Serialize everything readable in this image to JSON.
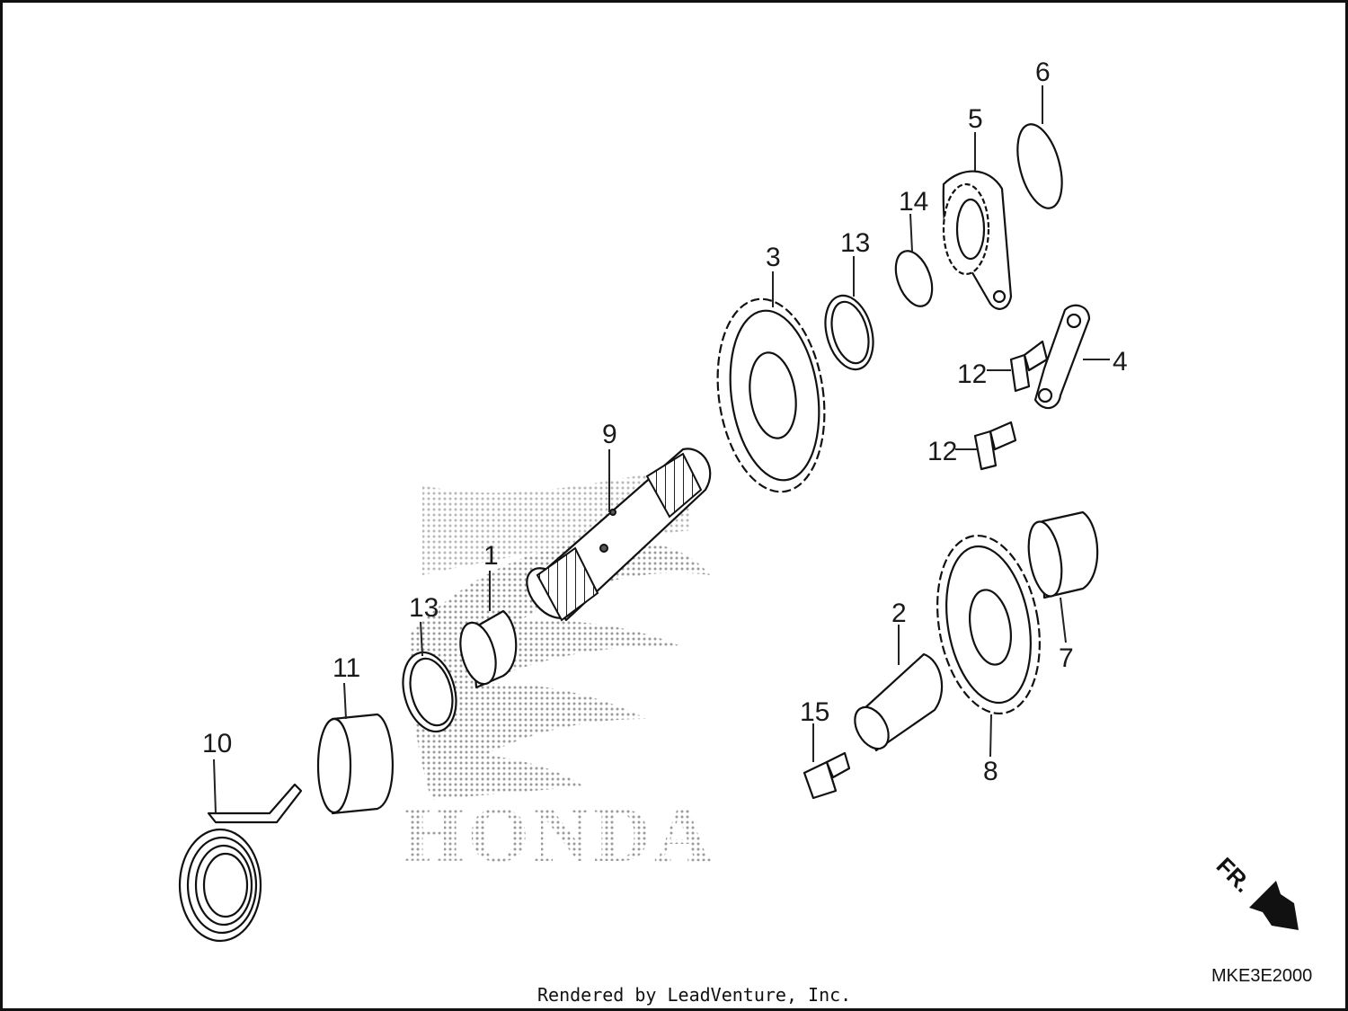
{
  "watermark": {
    "brand_text": "HONDA"
  },
  "callouts": [
    {
      "id": "c1",
      "text": "1"
    },
    {
      "id": "c2",
      "text": "2"
    },
    {
      "id": "c3",
      "text": "3"
    },
    {
      "id": "c4",
      "text": "4"
    },
    {
      "id": "c5",
      "text": "5"
    },
    {
      "id": "c6",
      "text": "6"
    },
    {
      "id": "c7",
      "text": "7"
    },
    {
      "id": "c8",
      "text": "8"
    },
    {
      "id": "c9",
      "text": "9"
    },
    {
      "id": "c10",
      "text": "10"
    },
    {
      "id": "c11",
      "text": "11"
    },
    {
      "id": "c12a",
      "text": "12"
    },
    {
      "id": "c12b",
      "text": "12"
    },
    {
      "id": "c13a",
      "text": "13"
    },
    {
      "id": "c13b",
      "text": "13"
    },
    {
      "id": "c14",
      "text": "14"
    },
    {
      "id": "c15",
      "text": "15"
    }
  ],
  "direction_indicator": {
    "text": "FR."
  },
  "diagram_code": "MKE3E2000",
  "credit": "Rendered by LeadVenture, Inc.",
  "colors": {
    "line": "#111111",
    "watermark": "#9a9a9a",
    "background": "#ffffff"
  }
}
